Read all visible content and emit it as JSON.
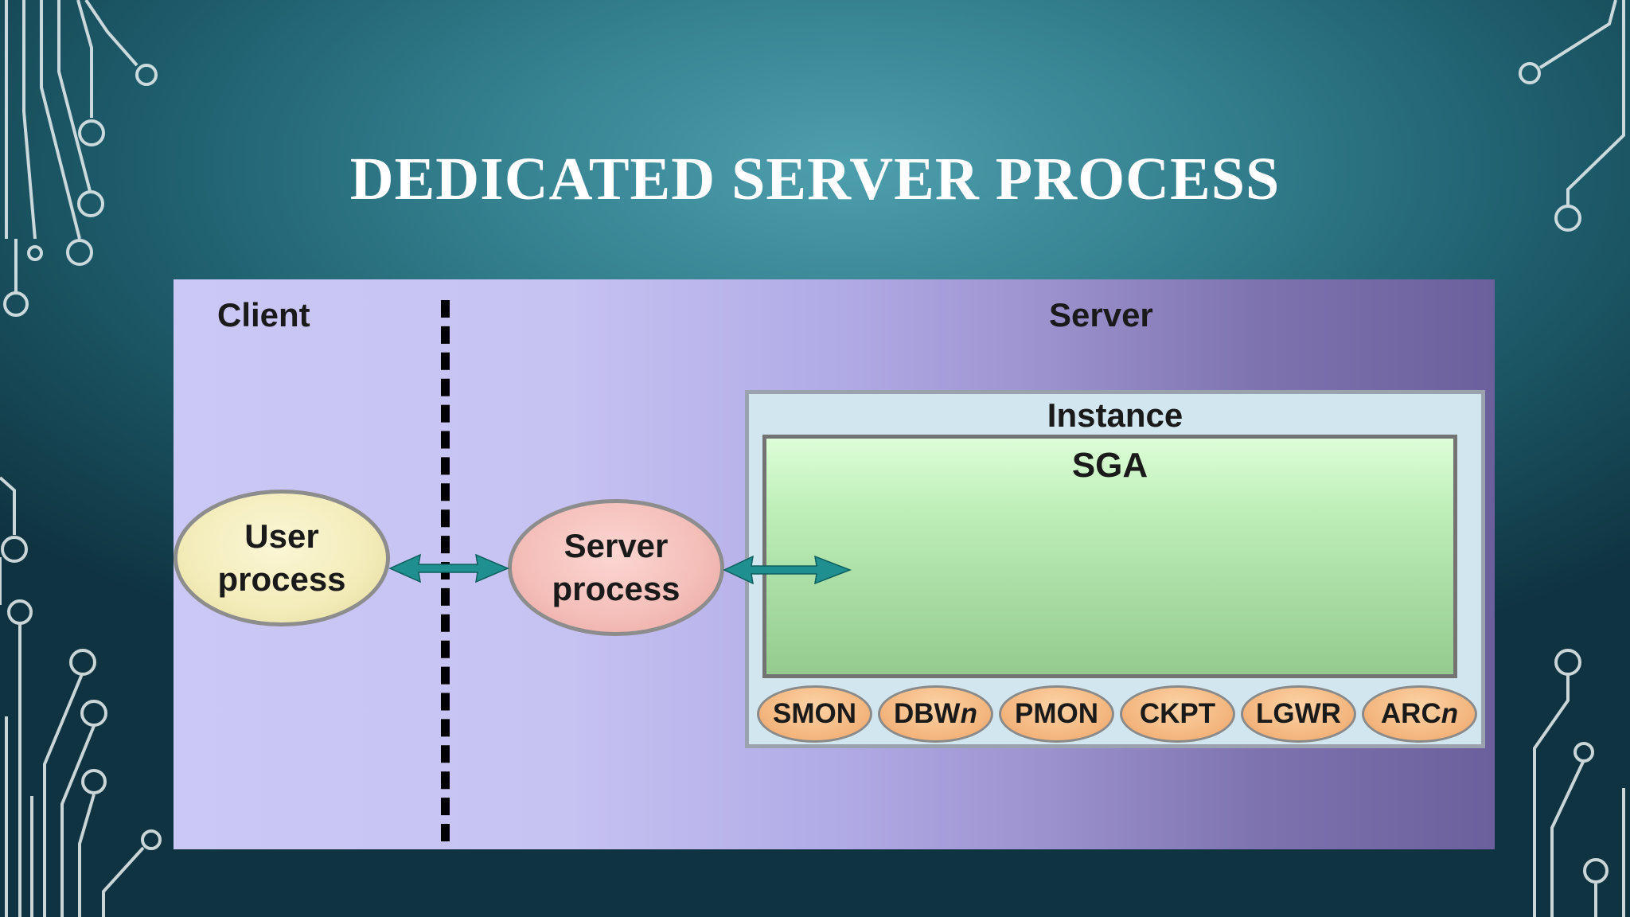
{
  "slide": {
    "title": "DEDICATED SERVER PROCESS"
  },
  "diagram": {
    "client_label": "Client",
    "server_label": "Server",
    "user_process": "User\nprocess",
    "server_process": "Server\nprocess",
    "instance_label": "Instance",
    "sga_label": "SGA",
    "background_processes": [
      "SMON",
      "DBWn",
      "PMON",
      "CKPT",
      "LGWR",
      "ARCn"
    ]
  },
  "colors": {
    "arrow": "#1f8f8f",
    "title": "#ffffff",
    "circuit": "#e6eef0"
  }
}
